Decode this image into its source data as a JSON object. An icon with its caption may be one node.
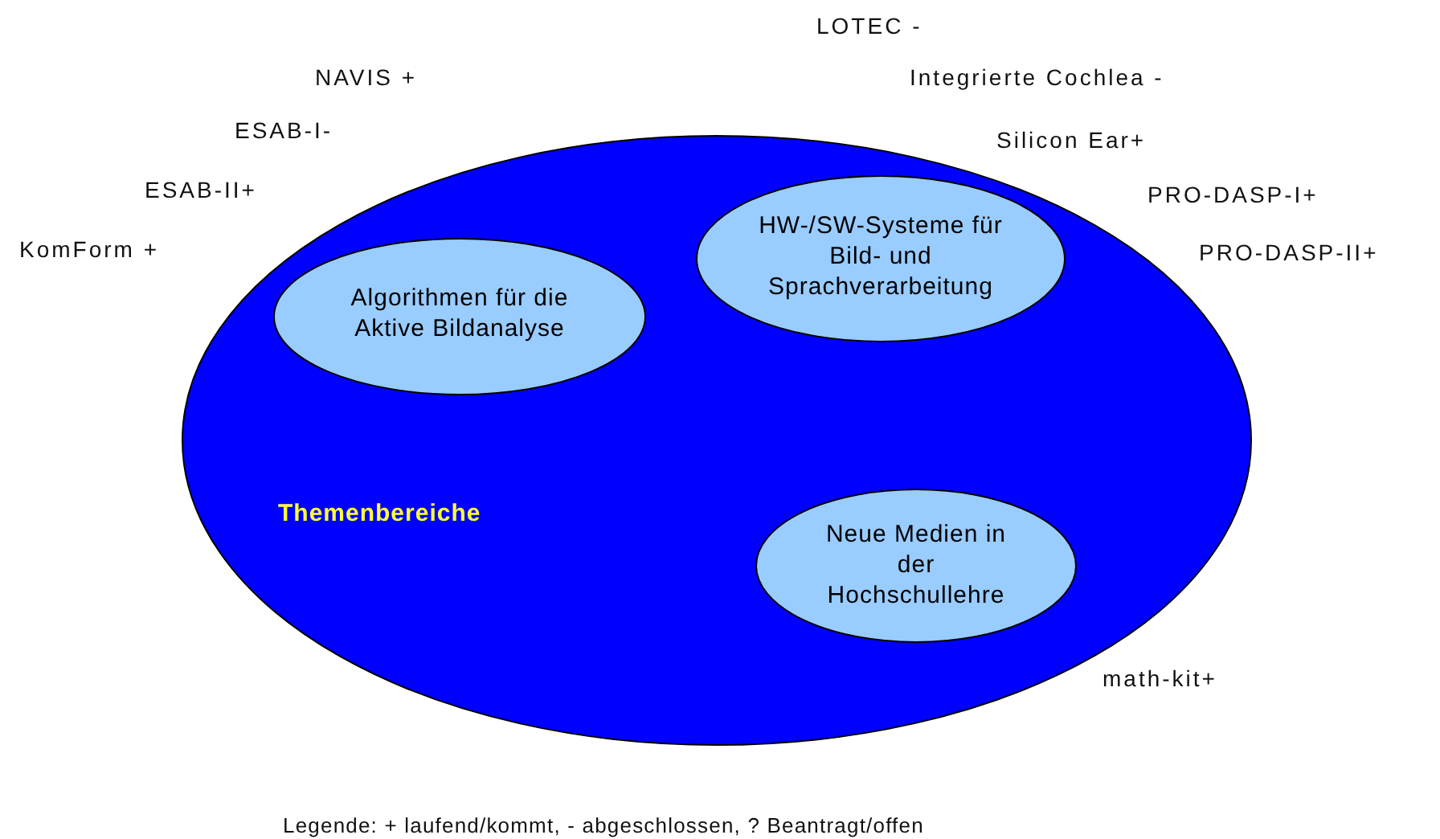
{
  "diagram": {
    "nodes": [
      {
        "text": [
          "Themenbereiche"
        ]
      },
      {
        "text": [
          "Algorithmen für die Aktive Bildanalyse"
        ],
        "in": 0
      },
      {
        "text": [
          "HW-/SW-Systeme für Bild- und Sprachverarbeitung"
        ],
        "in": 0
      },
      {
        "text": [
          "Neue Medien in der Hochschullehre"
        ],
        "in": 0
      }
    ],
    "labels": [
      "LOTEC -",
      "NAVIS +",
      "Integrierte Cochlea -",
      "ESAB-I-",
      "Silicon Ear+",
      "ESAB-II+",
      "PRO-DASP-I+",
      "KomForm +",
      "PRO-DASP-II+",
      "math-kit+",
      "Legende: + laufend/kommt, - abgeschlossen, ? Beantragt/offen"
    ]
  }
}
